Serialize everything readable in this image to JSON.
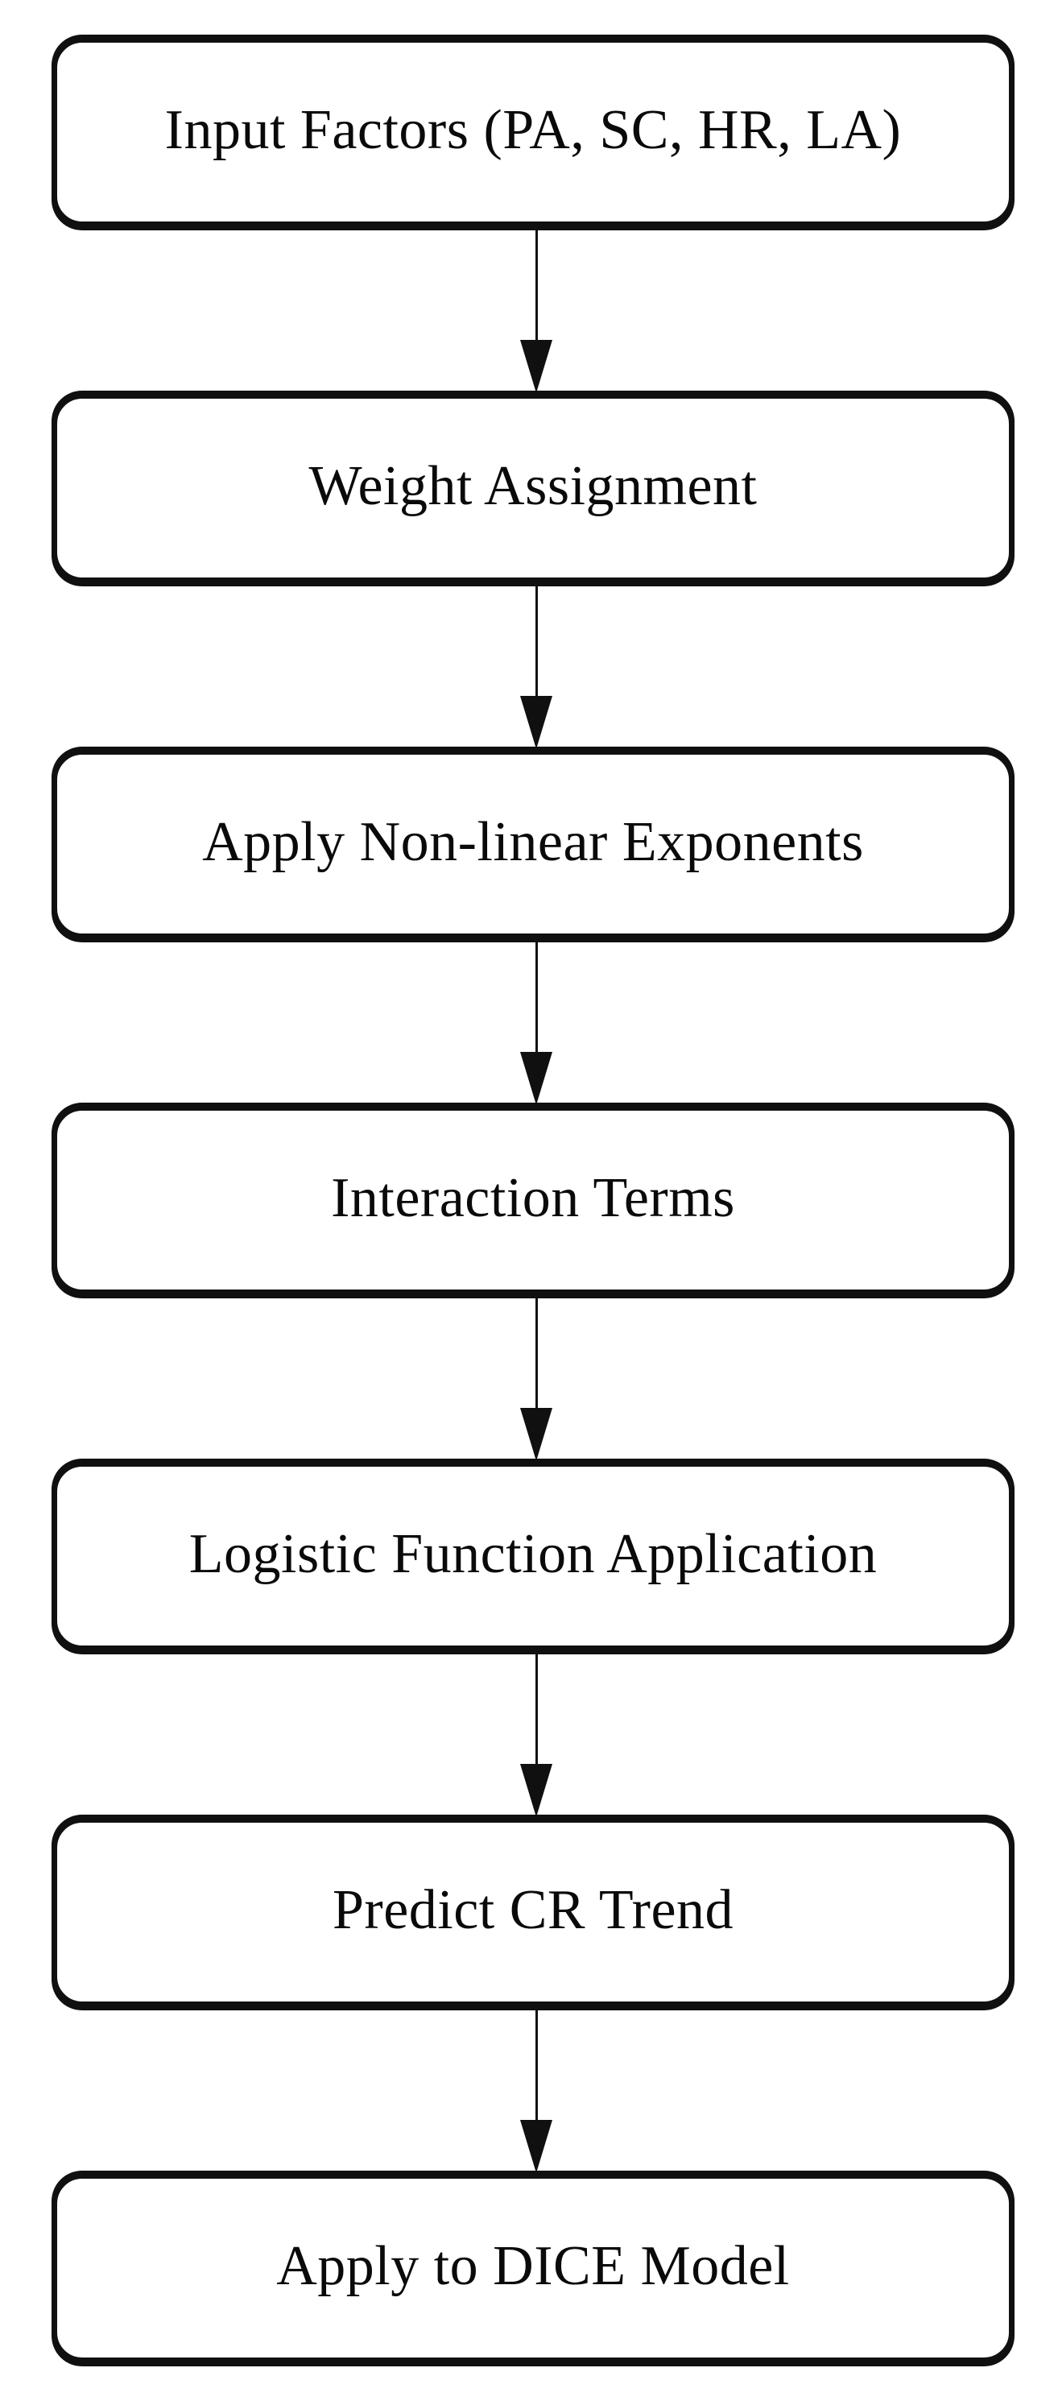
{
  "diagram": {
    "type": "flowchart",
    "direction": "top-to-bottom",
    "nodes": [
      {
        "id": "input-factors",
        "label": "Input Factors (PA, SC, HR, LA)"
      },
      {
        "id": "weight-assignment",
        "label": "Weight Assignment"
      },
      {
        "id": "nonlinear-exponents",
        "label": "Apply Non-linear Exponents"
      },
      {
        "id": "interaction-terms",
        "label": "Interaction Terms"
      },
      {
        "id": "logistic-function",
        "label": "Logistic Function Application"
      },
      {
        "id": "predict-cr-trend",
        "label": "Predict CR Trend"
      },
      {
        "id": "apply-dice-model",
        "label": "Apply to DICE Model"
      }
    ],
    "edges": [
      {
        "from": "input-factors",
        "to": "weight-assignment"
      },
      {
        "from": "weight-assignment",
        "to": "nonlinear-exponents"
      },
      {
        "from": "nonlinear-exponents",
        "to": "interaction-terms"
      },
      {
        "from": "interaction-terms",
        "to": "logistic-function"
      },
      {
        "from": "logistic-function",
        "to": "predict-cr-trend"
      },
      {
        "from": "predict-cr-trend",
        "to": "apply-dice-model"
      }
    ],
    "colors": {
      "background": "#ffffff",
      "box_fill": "#ffffff",
      "box_border": "#101010",
      "text": "#0a0a0a",
      "arrow": "#101010"
    }
  }
}
